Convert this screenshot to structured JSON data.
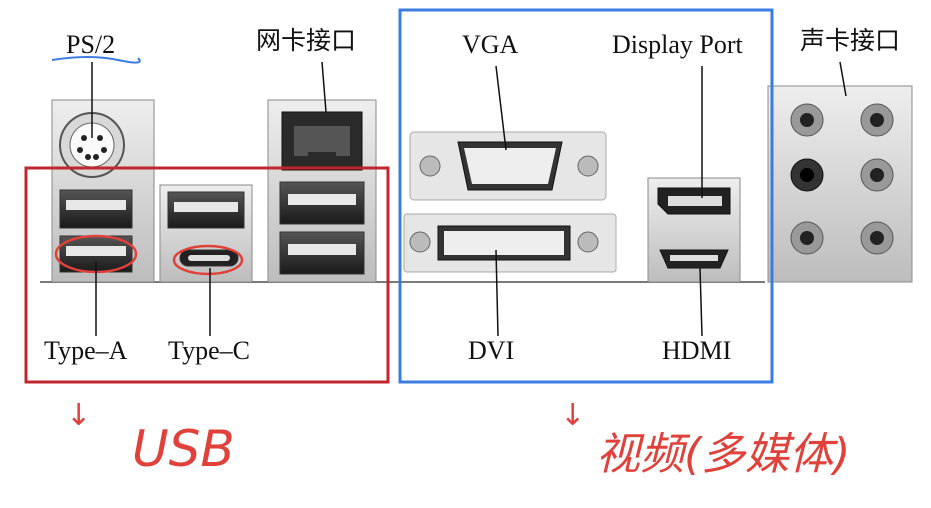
{
  "labels": {
    "ps2": "PS/2",
    "lan": "网卡接口",
    "vga": "VGA",
    "displayport": "Display Port",
    "audio": "声卡接口",
    "type_a": "Type–A",
    "type_c": "Type–C",
    "dvi": "DVI",
    "hdmi": "HDMI"
  },
  "annotations": {
    "usb": "USB",
    "video": "视频(多媒体)",
    "arrow": "↓"
  },
  "colors": {
    "usb_box": "#c0262d",
    "video_box": "#3c7be0",
    "handwriting": "#e0413a",
    "ps2_underline": "#3c7be0"
  }
}
